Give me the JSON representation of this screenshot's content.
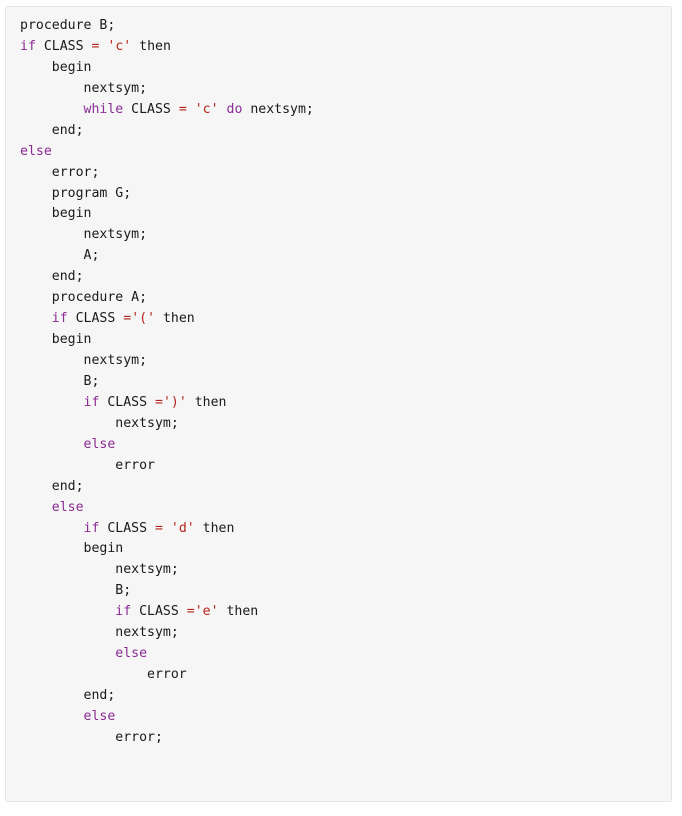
{
  "code": {
    "colors": {
      "background": "#f6f6f6",
      "border": "#e5e5e5",
      "text": "#1a1a1a",
      "keyword": "#8a2b93",
      "string": "#b3261e"
    },
    "lines": [
      [
        {
          "t": "plain",
          "v": "procedure B;"
        }
      ],
      [
        {
          "t": "kw",
          "v": "if"
        },
        {
          "t": "plain",
          "v": " CLASS "
        },
        {
          "t": "op",
          "v": "="
        },
        {
          "t": "plain",
          "v": " "
        },
        {
          "t": "str",
          "v": "'c'"
        },
        {
          "t": "plain",
          "v": " then"
        }
      ],
      [
        {
          "t": "plain",
          "v": "    begin"
        }
      ],
      [
        {
          "t": "plain",
          "v": "        nextsym;"
        }
      ],
      [
        {
          "t": "plain",
          "v": "        "
        },
        {
          "t": "kw",
          "v": "while"
        },
        {
          "t": "plain",
          "v": " CLASS "
        },
        {
          "t": "op",
          "v": "="
        },
        {
          "t": "plain",
          "v": " "
        },
        {
          "t": "str",
          "v": "'c'"
        },
        {
          "t": "plain",
          "v": " "
        },
        {
          "t": "kw",
          "v": "do"
        },
        {
          "t": "plain",
          "v": " nextsym;"
        }
      ],
      [
        {
          "t": "plain",
          "v": "    end;"
        }
      ],
      [
        {
          "t": "kw",
          "v": "else"
        }
      ],
      [
        {
          "t": "plain",
          "v": "    error;"
        }
      ],
      [
        {
          "t": "plain",
          "v": "    program G;"
        }
      ],
      [
        {
          "t": "plain",
          "v": "    begin"
        }
      ],
      [
        {
          "t": "plain",
          "v": "        nextsym;"
        }
      ],
      [
        {
          "t": "plain",
          "v": "        A;"
        }
      ],
      [
        {
          "t": "plain",
          "v": "    end;"
        }
      ],
      [
        {
          "t": "plain",
          "v": "    procedure A;"
        }
      ],
      [
        {
          "t": "plain",
          "v": "    "
        },
        {
          "t": "kw",
          "v": "if"
        },
        {
          "t": "plain",
          "v": " CLASS "
        },
        {
          "t": "op",
          "v": "="
        },
        {
          "t": "str",
          "v": "'('"
        },
        {
          "t": "plain",
          "v": " then"
        }
      ],
      [
        {
          "t": "plain",
          "v": "    begin"
        }
      ],
      [
        {
          "t": "plain",
          "v": "        nextsym;"
        }
      ],
      [
        {
          "t": "plain",
          "v": "        B;"
        }
      ],
      [
        {
          "t": "plain",
          "v": "        "
        },
        {
          "t": "kw",
          "v": "if"
        },
        {
          "t": "plain",
          "v": " CLASS "
        },
        {
          "t": "op",
          "v": "="
        },
        {
          "t": "str",
          "v": "')'"
        },
        {
          "t": "plain",
          "v": " then"
        }
      ],
      [
        {
          "t": "plain",
          "v": "            nextsym;"
        }
      ],
      [
        {
          "t": "plain",
          "v": "        "
        },
        {
          "t": "kw",
          "v": "else"
        }
      ],
      [
        {
          "t": "plain",
          "v": "            error"
        }
      ],
      [
        {
          "t": "plain",
          "v": "    end;"
        }
      ],
      [
        {
          "t": "plain",
          "v": "    "
        },
        {
          "t": "kw",
          "v": "else"
        }
      ],
      [
        {
          "t": "plain",
          "v": "        "
        },
        {
          "t": "kw",
          "v": "if"
        },
        {
          "t": "plain",
          "v": " CLASS "
        },
        {
          "t": "op",
          "v": "="
        },
        {
          "t": "plain",
          "v": " "
        },
        {
          "t": "str",
          "v": "'d'"
        },
        {
          "t": "plain",
          "v": " then"
        }
      ],
      [
        {
          "t": "plain",
          "v": "        begin"
        }
      ],
      [
        {
          "t": "plain",
          "v": "            nextsym;"
        }
      ],
      [
        {
          "t": "plain",
          "v": "            B;"
        }
      ],
      [
        {
          "t": "plain",
          "v": "            "
        },
        {
          "t": "kw",
          "v": "if"
        },
        {
          "t": "plain",
          "v": " CLASS "
        },
        {
          "t": "op",
          "v": "="
        },
        {
          "t": "str",
          "v": "'e'"
        },
        {
          "t": "plain",
          "v": " then"
        }
      ],
      [
        {
          "t": "plain",
          "v": "            nextsym;"
        }
      ],
      [
        {
          "t": "plain",
          "v": "            "
        },
        {
          "t": "kw",
          "v": "else"
        }
      ],
      [
        {
          "t": "plain",
          "v": "                error"
        }
      ],
      [
        {
          "t": "plain",
          "v": "        end;"
        }
      ],
      [
        {
          "t": "plain",
          "v": "        "
        },
        {
          "t": "kw",
          "v": "else"
        }
      ],
      [
        {
          "t": "plain",
          "v": "            error;"
        }
      ]
    ]
  }
}
